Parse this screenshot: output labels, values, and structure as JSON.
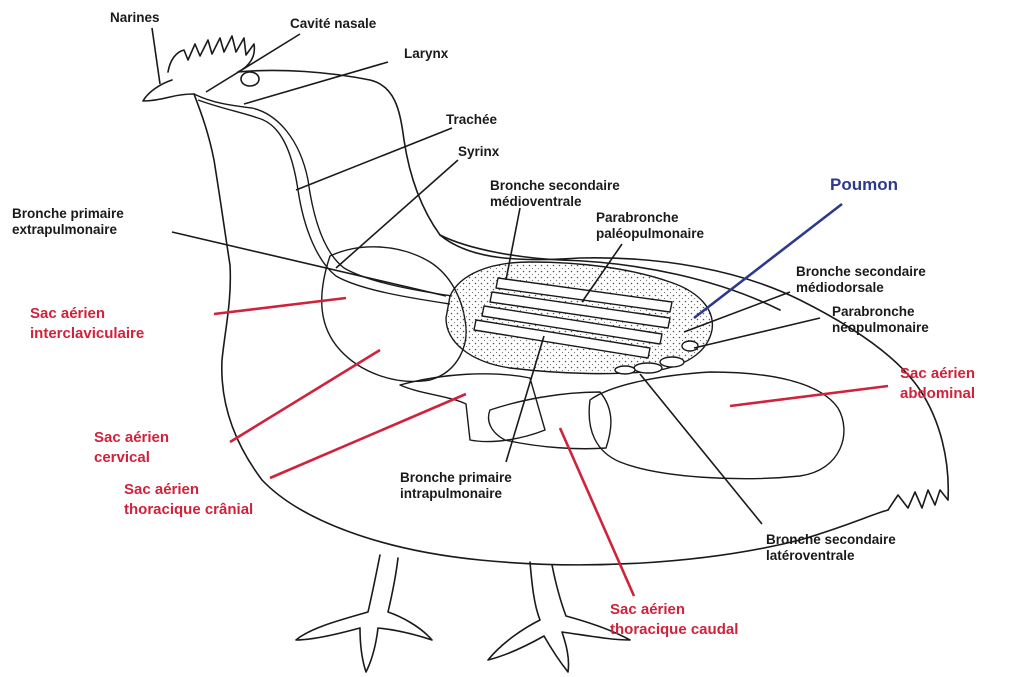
{
  "colors": {
    "ink": "#1a1a1a",
    "red": "#d0223a",
    "blue": "#2d3a8c"
  },
  "labels": {
    "narines": "Narines",
    "cavite_nasale": "Cavité nasale",
    "larynx": "Larynx",
    "trachee": "Trachée",
    "syrinx": "Syrinx",
    "bronche_sec_medioventrale_1": "Bronche secondaire",
    "bronche_sec_medioventrale_2": "médioventrale",
    "parabronche_paleo_1": "Parabronche",
    "parabronche_paleo_2": "paléopulmonaire",
    "poumon": "Poumon",
    "bronche_prim_extra_1": "Bronche primaire",
    "bronche_prim_extra_2": "extrapulmonaire",
    "bronche_sec_mediodorsale_1": "Bronche secondaire",
    "bronche_sec_mediodorsale_2": "médiodorsale",
    "parabronche_neo_1": "Parabronche",
    "parabronche_neo_2": "néopulmonaire",
    "sac_interclaviculaire_1": "Sac aérien",
    "sac_interclaviculaire_2": "interclaviculaire",
    "sac_abdominal_1": "Sac aérien",
    "sac_abdominal_2": "abdominal",
    "sac_cervical_1": "Sac aérien",
    "sac_cervical_2": "cervical",
    "sac_thoracique_cranial_1": "Sac aérien",
    "sac_thoracique_cranial_2": "thoracique crânial",
    "bronche_prim_intra_1": "Bronche primaire",
    "bronche_prim_intra_2": "intrapulmonaire",
    "bronche_sec_lateroventrale_1": "Bronche secondaire",
    "bronche_sec_lateroventrale_2": "latéroventrale",
    "sac_thoracique_caudal_1": "Sac aérien",
    "sac_thoracique_caudal_2": "thoracique caudal"
  }
}
